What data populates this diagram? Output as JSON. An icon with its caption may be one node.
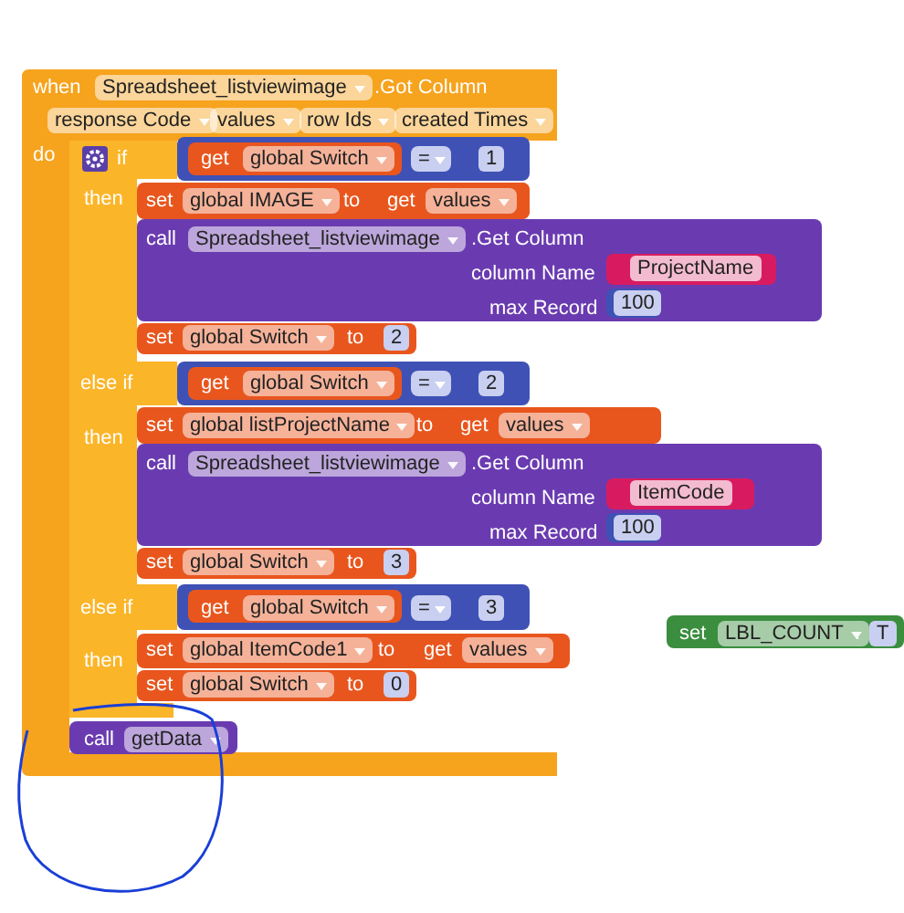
{
  "diagram": {
    "nodes": [
      {
        "text": [
          "when",
          "Spreadsheet_listviewimage",
          ".Got Column",
          "response Code",
          "values",
          "row Ids",
          "created Times",
          "do"
        ]
      },
      {
        "text": [
          "if",
          "then",
          "else if",
          "then",
          "else if",
          "then"
        ]
      },
      {
        "text": [
          "=",
          "1"
        ]
      },
      {
        "text": [
          "get",
          "global Switch"
        ],
        "in": 2
      },
      {
        "text": [
          "set",
          "global IMAGE",
          "to"
        ]
      },
      {
        "text": [
          "get",
          "values"
        ],
        "in": 4
      },
      {
        "text": [
          "call",
          "Spreadsheet_listviewimage",
          ".Get Column",
          "column Name",
          "max Record"
        ]
      },
      {
        "text": [
          "ProjectName"
        ],
        "in": 6
      },
      {
        "text": [
          "100"
        ],
        "in": 6
      },
      {
        "text": [
          "set",
          "global Switch",
          "to",
          "2"
        ]
      },
      {
        "text": [
          "=",
          "2"
        ]
      },
      {
        "text": [
          "get",
          "global Switch"
        ],
        "in": 10
      },
      {
        "text": [
          "set",
          "global listProjectName",
          "to"
        ]
      },
      {
        "text": [
          "get",
          "values"
        ],
        "in": 12
      },
      {
        "text": [
          "call",
          "Spreadsheet_listviewimage",
          ".Get Column",
          "column Name",
          "max Record"
        ]
      },
      {
        "text": [
          "ItemCode"
        ],
        "in": 14
      },
      {
        "text": [
          "100"
        ],
        "in": 14
      },
      {
        "text": [
          "set",
          "global Switch",
          "to",
          "3"
        ]
      },
      {
        "text": [
          "=",
          "3"
        ]
      },
      {
        "text": [
          "get",
          "global Switch"
        ],
        "in": 18
      },
      {
        "text": [
          "set",
          "global ItemCode1",
          "to"
        ]
      },
      {
        "text": [
          "get",
          "values"
        ],
        "in": 20
      },
      {
        "text": [
          "set",
          "global Switch",
          "to",
          "0"
        ]
      },
      {
        "text": [
          "call",
          "getData"
        ]
      },
      {
        "text": [
          "set",
          "LBL_COUNT",
          ".",
          "T"
        ]
      }
    ]
  }
}
